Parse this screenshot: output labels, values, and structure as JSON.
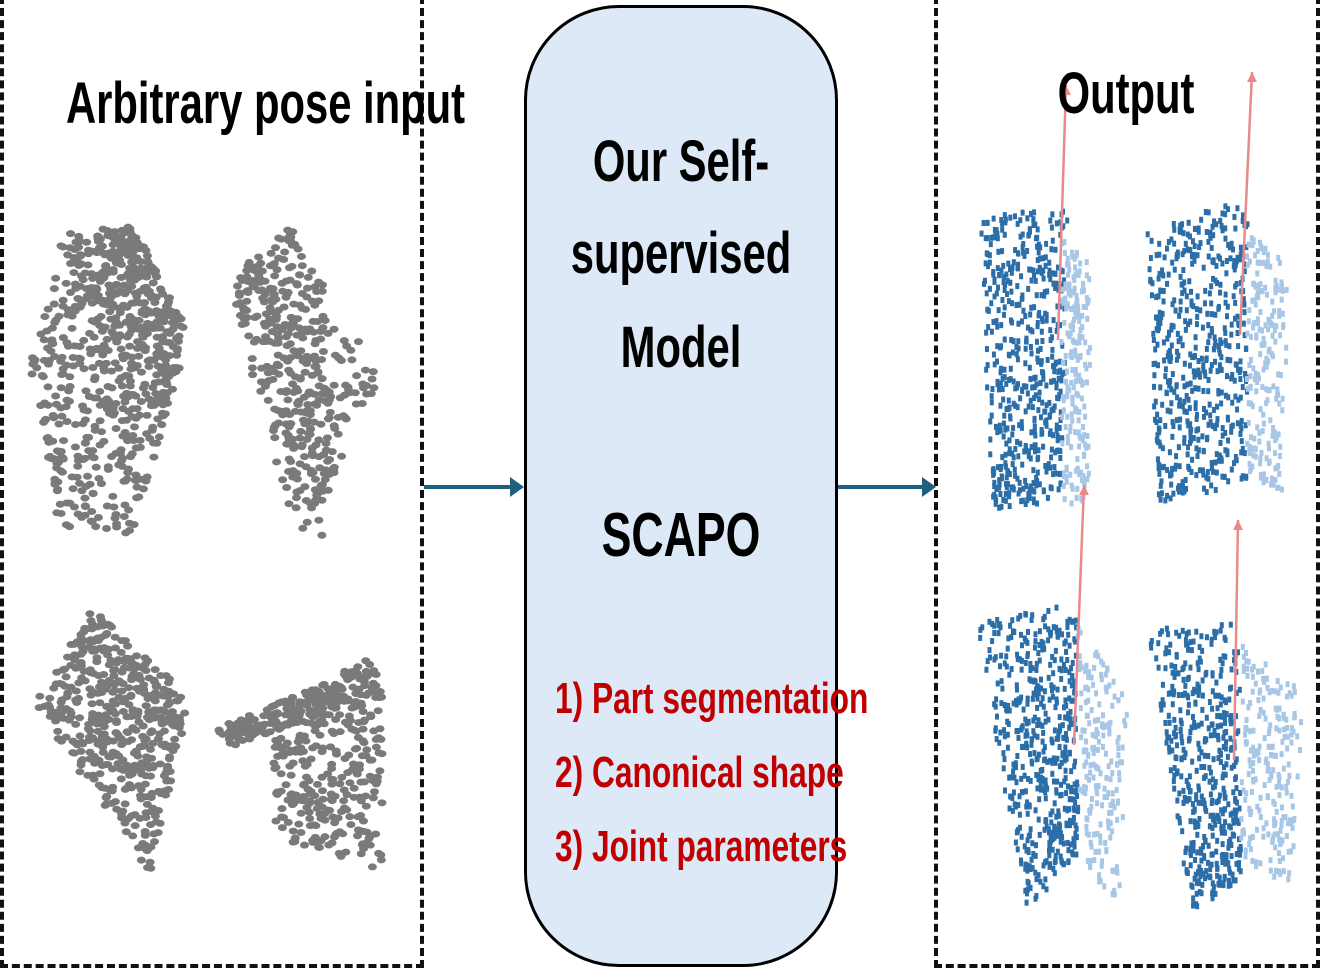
{
  "input_panel": {
    "title": "Arbitrary pose input"
  },
  "model": {
    "title_lines": [
      "Our Self-",
      "supervised",
      "Model"
    ],
    "name": "SCAPO",
    "outputs": [
      "1) Part segmentation",
      "2) Canonical shape",
      "3) Joint parameters"
    ]
  },
  "output_panel": {
    "title": "Output"
  },
  "colors": {
    "input_points": "#7a7a7a",
    "part_dark": "#2b6ea8",
    "part_light": "#a8c7e6",
    "axis": "#e88a8a",
    "arrow": "#1f5f80",
    "model_bg": "#dde9f6",
    "highlight": "#c00000"
  }
}
